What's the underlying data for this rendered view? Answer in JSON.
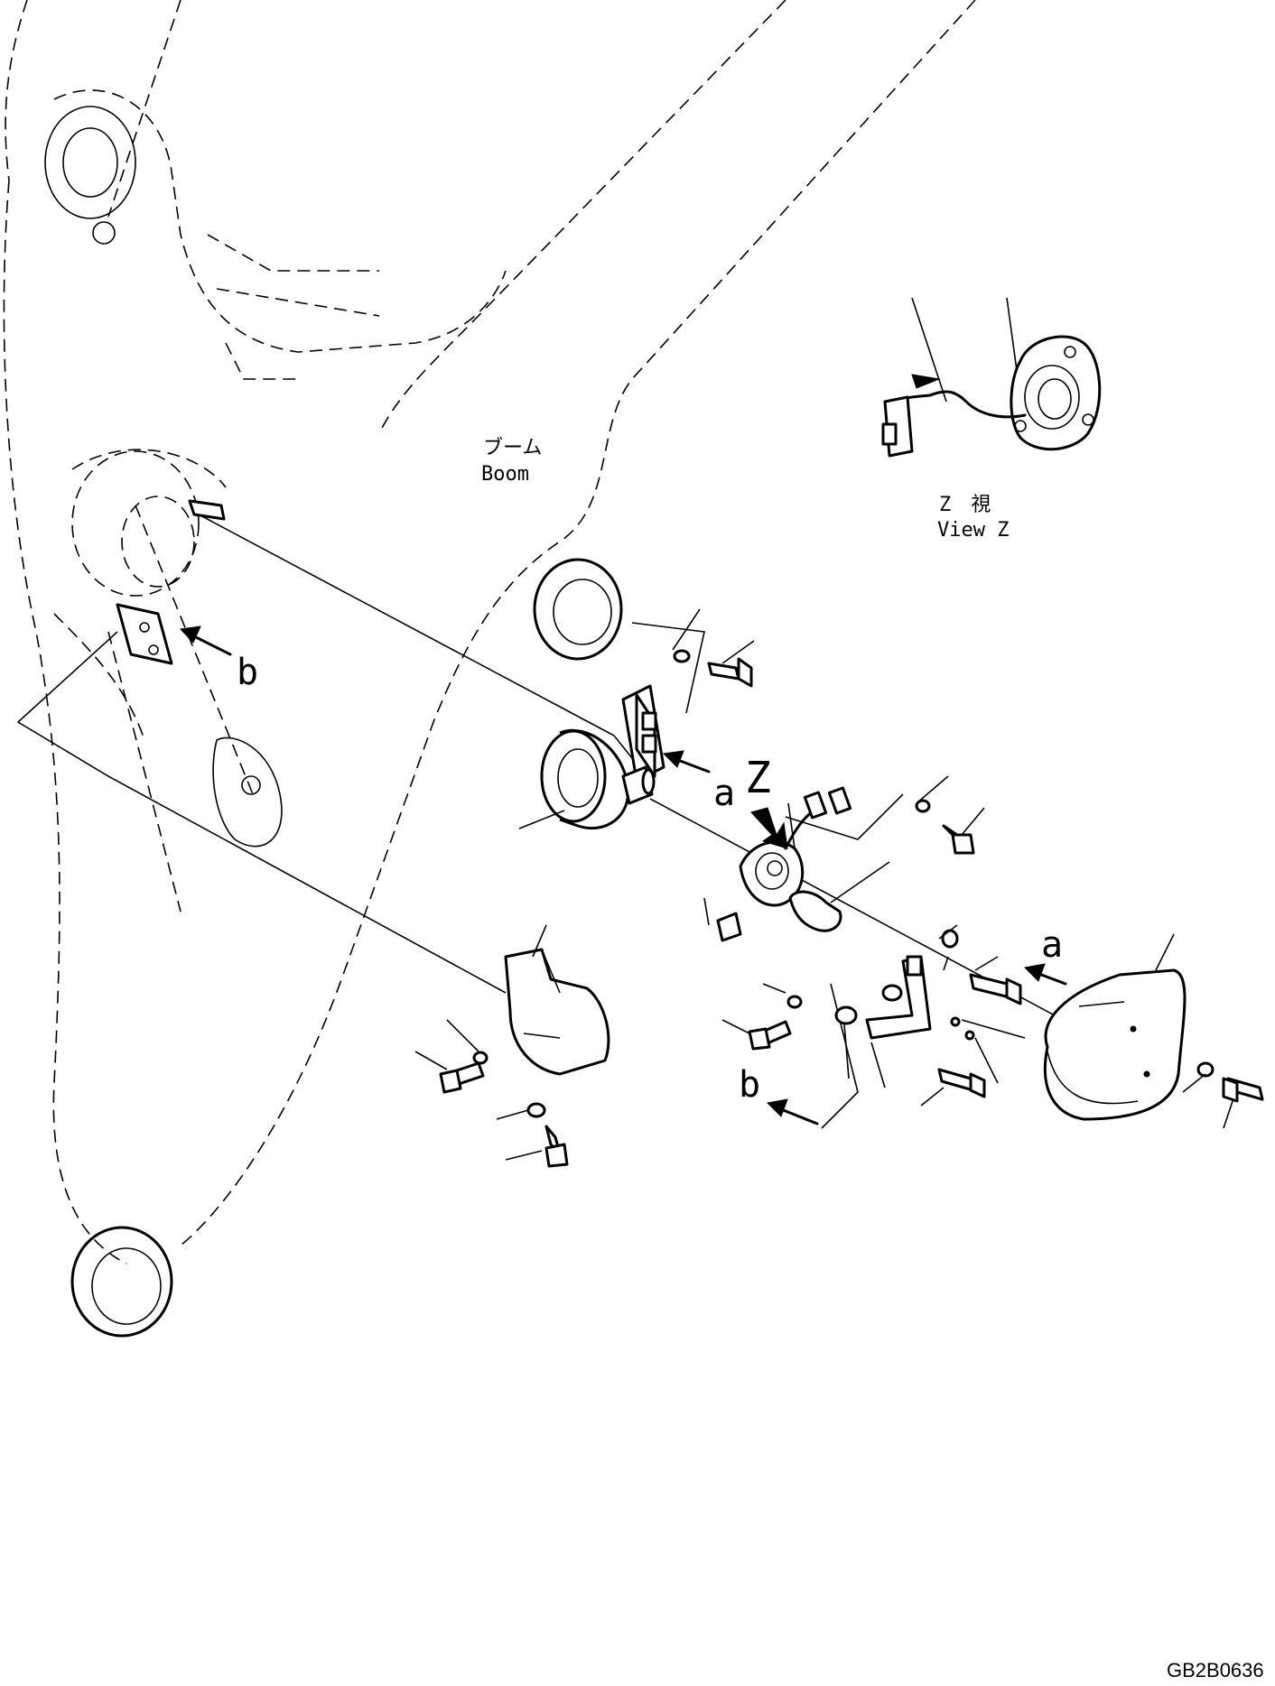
{
  "labels": {
    "boom_jp": "ブーム",
    "boom_en": "Boom",
    "view_z_jp": "Z　視",
    "view_z_en": "View Z",
    "arrow_a": "a",
    "arrow_b": "b",
    "arrow_z": "Z",
    "drawing_code": "GB2B0636"
  }
}
